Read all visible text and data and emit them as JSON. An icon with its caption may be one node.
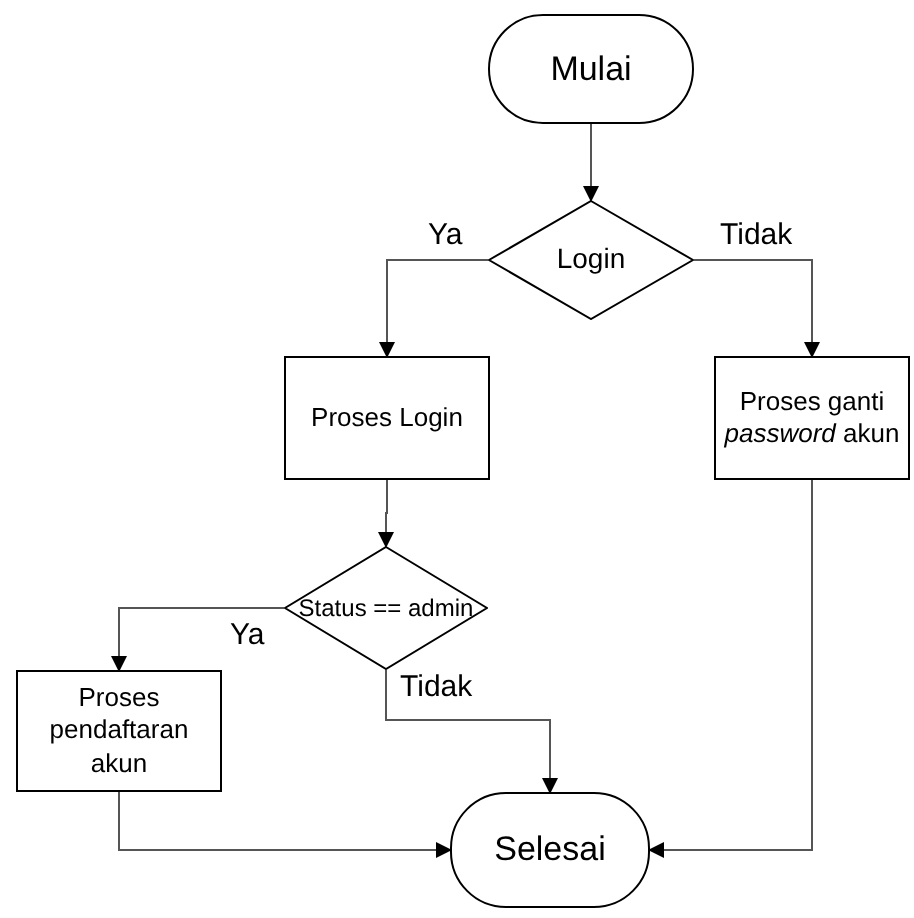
{
  "diagram": {
    "nodes": [
      {
        "text": [
          "Mulai"
        ]
      },
      {
        "text": [
          "Login"
        ]
      },
      {
        "text": [
          "Proses Login"
        ]
      },
      {
        "text": [
          "Proses ganti *password* akun"
        ]
      },
      {
        "text": [
          "Status == admin"
        ]
      },
      {
        "text": [
          "Proses pendaftaran akun"
        ]
      },
      {
        "text": [
          "Selesai"
        ]
      }
    ],
    "edges": [
      {
        "from": 0,
        "to": 1,
        "arrow": "to"
      },
      {
        "from": 1,
        "to": 2,
        "arrow": "to",
        "label": "Ya"
      },
      {
        "from": 1,
        "to": 3,
        "arrow": "to",
        "label": "Tidak"
      },
      {
        "from": 2,
        "to": 4,
        "arrow": "to"
      },
      {
        "from": 4,
        "to": 5,
        "arrow": "to",
        "label": "Ya"
      },
      {
        "from": 4,
        "to": 6,
        "arrow": "to",
        "label": "Tidak"
      },
      {
        "from": 5,
        "to": 6,
        "arrow": "to"
      },
      {
        "from": 3,
        "to": 6,
        "arrow": "to"
      }
    ]
  }
}
